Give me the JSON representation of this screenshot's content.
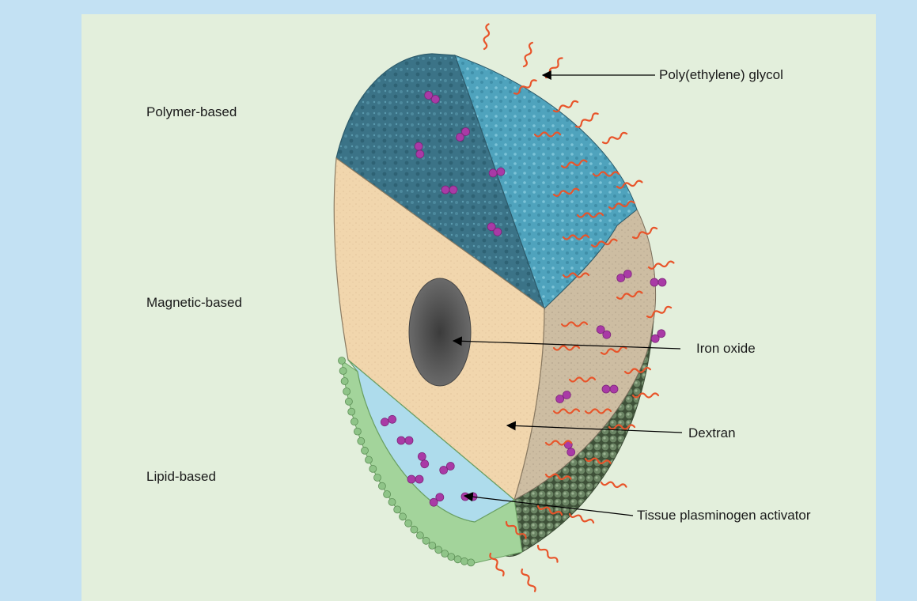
{
  "labels": {
    "polymer": "Polymer-based",
    "magnetic": "Magnetic-based",
    "lipid": "Lipid-based",
    "peg": "Poly(ethylene) glycol",
    "iron_oxide": "Iron oxide",
    "dextran": "Dextran",
    "tpa": "Tissue plasminogen activator"
  },
  "colors": {
    "frame": "#c3e1f3",
    "panel": "#e3efdc",
    "polymer_face": "#3b7387",
    "polymer_side": "#4fa3bd",
    "magnetic_face": "#f1d6ad",
    "magnetic_side": "#cdbda2",
    "lipid_face": "#aedcec",
    "lipid_heads": "#a3d49b",
    "lipid_side": "#5c7356",
    "iron_core": "#555555",
    "drug": "#a93aa6",
    "peg_chain": "#e8542a"
  }
}
